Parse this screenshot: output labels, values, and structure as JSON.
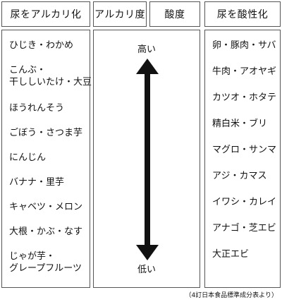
{
  "headers": {
    "alkaline_urine": "尿をアルカリ化",
    "alkalinity": "アルカリ度",
    "acidity": "酸度",
    "acidic_urine": "尿を酸性化"
  },
  "left_items": [
    "ひじき・わかめ",
    "こんぶ・",
    "干ししいたけ・大豆",
    "ほうれんそう",
    "ごぼう・さつま芋",
    "にんじん",
    "バナナ・里芋",
    "キャベツ・メロン",
    "大根・かぶ・なす",
    "じゃが芋・",
    "グレープフルーツ"
  ],
  "right_items": [
    "卵・豚肉・サバ",
    "牛肉・アオヤギ",
    "カツオ・ホタテ",
    "精白米・ブリ",
    "マグロ・サンマ",
    "アジ・カマス",
    "イワシ・カレイ",
    "アナゴ・芝エビ",
    "大正エビ"
  ],
  "scale": {
    "high": "高い",
    "low": "低い"
  },
  "source": "（4訂日本食品標準成分表より）",
  "icons": {
    "arrow": "double-vertical-arrow-icon"
  },
  "colors": {
    "border": "#555555",
    "text": "#111111",
    "arrow": "#111111"
  }
}
